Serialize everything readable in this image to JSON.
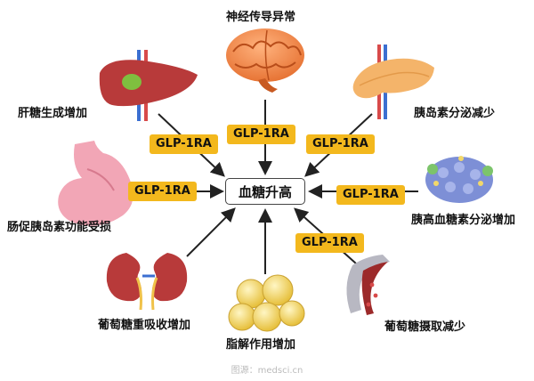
{
  "center": "血糖升高",
  "drug_label": "GLP-1RA",
  "nodes": [
    {
      "id": "neuro",
      "label": "神经传导异常",
      "icon": "brain-icon"
    },
    {
      "id": "liver",
      "label": "肝糖生成增加",
      "icon": "liver-icon"
    },
    {
      "id": "pancreas",
      "label": "胰岛素分泌减少",
      "icon": "pancreas-icon"
    },
    {
      "id": "gut",
      "label": "肠促胰岛素功能受损",
      "icon": "stomach-icon"
    },
    {
      "id": "islet",
      "label": "胰高血糖素分泌增加",
      "icon": "islet-cell-icon"
    },
    {
      "id": "kidney",
      "label": "葡萄糖重吸收增加",
      "icon": "kidney-icon"
    },
    {
      "id": "fat",
      "label": "脂解作用增加",
      "icon": "fat-cells-icon"
    },
    {
      "id": "muscle",
      "label": "葡萄糖摄取减少",
      "icon": "muscle-vessel-icon"
    }
  ],
  "credit": "图源：medsci.cn",
  "colors": {
    "pill": "#f3b81d",
    "organ_red": "#b83a3a",
    "brain": "#f08a4b",
    "fat": "#f2d86a"
  }
}
